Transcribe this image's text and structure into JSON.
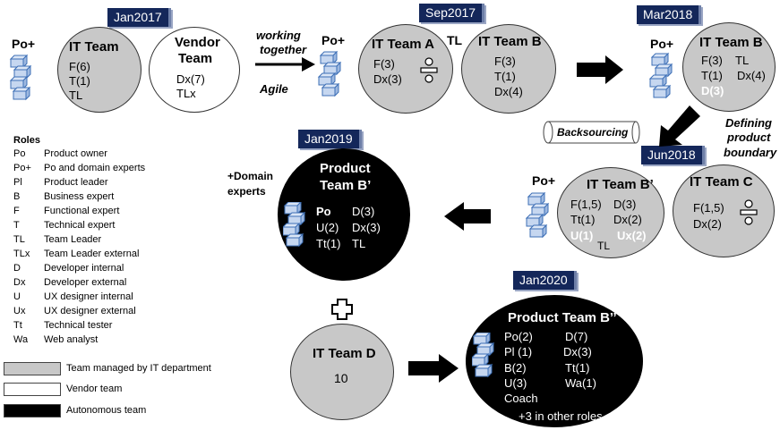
{
  "dates": {
    "jan2017": "Jan2017",
    "sep2017": "Sep2017",
    "mar2018": "Mar2018",
    "jun2018": "Jun2018",
    "jan2019": "Jan2019",
    "jan2020": "Jan2020"
  },
  "po_plus": "Po+",
  "tl": "TL",
  "it_team": {
    "title": "IT Team",
    "lines": [
      "F(6)",
      "T(1)",
      "TL"
    ]
  },
  "vendor_team": {
    "title_line1": "Vendor",
    "title_line2": "Team",
    "lines": [
      "Dx(7)",
      "TLx"
    ]
  },
  "arrow1": {
    "line1": "working",
    "line2": "together",
    "line3": "Agile"
  },
  "it_team_a": {
    "title": "IT Team A",
    "lines": [
      "F(3)",
      "Dx(3)"
    ]
  },
  "it_team_b1": {
    "title": "IT Team B",
    "lines": [
      "F(3)",
      "T(1)",
      "Dx(4)"
    ]
  },
  "it_team_b2": {
    "title": "IT Team B",
    "f": "F(3)",
    "tl": "TL",
    "t": "T(1)",
    "dx": "Dx(4)",
    "d": "D(3)"
  },
  "backsourcing": "Backsourcing",
  "defining": {
    "line1": "Defining",
    "line2": "product",
    "line3": "boundary"
  },
  "it_team_bp": {
    "title": "IT Team B’",
    "f": "F(1,5)",
    "d": "D(3)",
    "tt": "Tt(1)",
    "dx": "Dx(2)",
    "u": "U(1)",
    "ux": "Ux(2)",
    "tl": "TL"
  },
  "it_team_c": {
    "title": "IT Team C",
    "f": "F(1,5)",
    "dx": "Dx(2)"
  },
  "product_bp": {
    "title_line1": "Product",
    "title_line2": "Team B’",
    "po": "Po",
    "d": "D(3)",
    "u": "U(2)",
    "dx": "Dx(3)",
    "tt": "Tt(1)",
    "tl": "TL"
  },
  "domain_experts": {
    "line1": "+Domain",
    "line2": "experts"
  },
  "roles": {
    "heading": "Roles",
    "items": [
      {
        "abbr": "Po",
        "desc": "Product owner"
      },
      {
        "abbr": "Po+",
        "desc": "Po and domain experts"
      },
      {
        "abbr": "Pl",
        "desc": "Product leader"
      },
      {
        "abbr": "B",
        "desc": "Business expert"
      },
      {
        "abbr": "F",
        "desc": "Functional expert"
      },
      {
        "abbr": "T",
        "desc": "Technical expert"
      },
      {
        "abbr": "TL",
        "desc": "Team Leader"
      },
      {
        "abbr": "TLx",
        "desc": "Team Leader external"
      },
      {
        "abbr": "D",
        "desc": "Developer internal"
      },
      {
        "abbr": "Dx",
        "desc": "Developer external"
      },
      {
        "abbr": "U",
        "desc": "UX designer internal"
      },
      {
        "abbr": "Ux",
        "desc": "UX designer external"
      },
      {
        "abbr": "Tt",
        "desc": "Technical tester"
      },
      {
        "abbr": "Wa",
        "desc": "Web analyst"
      }
    ]
  },
  "legend": {
    "gray": "Team managed by IT department",
    "white": "Vendor team",
    "black": "Autonomous team",
    "colors": {
      "gray": "#c8c8c8",
      "white": "#ffffff",
      "black": "#000000"
    }
  },
  "it_team_d": {
    "title": "IT Team D",
    "count": "10"
  },
  "product_bpp": {
    "title": "Product Team B’’",
    "po": "Po(2)",
    "d": "D(7)",
    "pl": "Pl (1)",
    "dx": "Dx(3)",
    "b": "B(2)",
    "tt": "Tt(1)",
    "u": "U(3)",
    "wa": "Wa(1)",
    "coach": "Coach",
    "other": "+3 in other roles"
  }
}
